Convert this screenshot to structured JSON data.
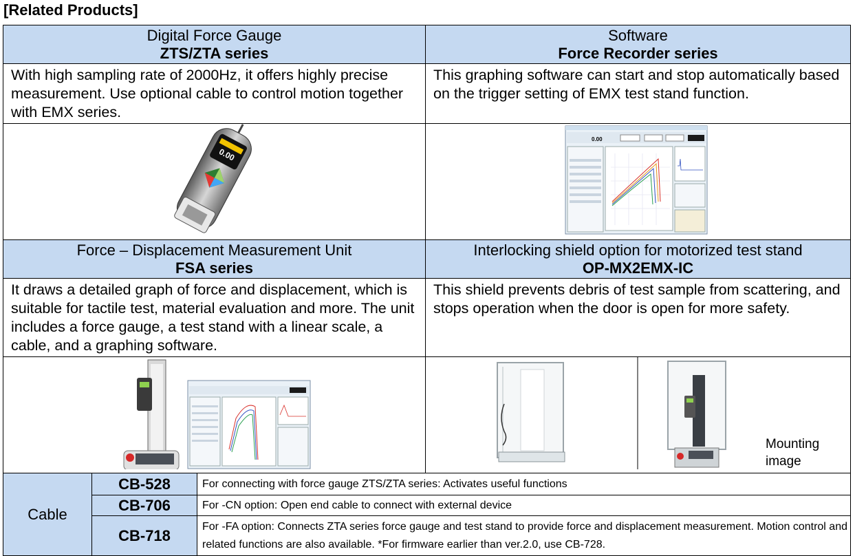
{
  "title": "[Related Products]",
  "products": [
    {
      "name": "Digital Force Gauge",
      "series": "ZTS/ZTA series",
      "description": "With high sampling rate of 2000Hz, it offers highly precise measurement. Use optional cable to control motion together with EMX series.",
      "gauge_reading": "0.00"
    },
    {
      "name": "Software",
      "series": "Force Recorder series",
      "description": "This graphing software can start and stop automatically based on the trigger setting of EMX test stand function.",
      "screen_value": "0.00"
    },
    {
      "name": "Force – Displacement Measurement Unit",
      "series": "FSA series",
      "description": "It draws a detailed graph of force and displacement, which is suitable for tactile test, material evaluation and more. The unit includes a force gauge, a test stand with a linear scale, a cable, and a graphing software."
    },
    {
      "name": "Interlocking shield option for motorized test stand",
      "series": "OP-MX2EMX-IC",
      "description": "This shield prevents debris of test sample from scattering, and stops operation when the door is open for more safety.",
      "mounting_caption": "Mounting image"
    }
  ],
  "cable": {
    "label": "Cable",
    "items": [
      {
        "code": "CB-528",
        "description": "For connecting with force gauge ZTS/ZTA series: Activates useful functions"
      },
      {
        "code": "CB-706",
        "description": "For -CN option: Open end cable to connect with external device"
      },
      {
        "code": "CB-718",
        "description": "For -FA option: Connects ZTA series force gauge and test stand to provide force and displacement measurement. Motion control and related functions are also available. *For firmware earlier than ver.2.0, use CB-728."
      }
    ]
  }
}
